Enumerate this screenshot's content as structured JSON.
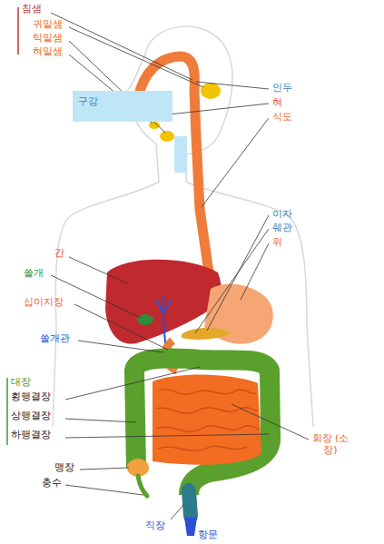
{
  "diagram": {
    "nodes": [
      {
        "text": [
          "구강"
        ]
      }
    ],
    "labels": [
      "침샘",
      "귀밑샘",
      "턱밑샘",
      "혀밑샘",
      "인두",
      "혀",
      "식도",
      "이자",
      "췌관",
      "위",
      "간",
      "쓸개",
      "십이지장",
      "쓸개관",
      "대장",
      "횡행결장",
      "상행결장",
      "하행결장",
      "맹장",
      "충수",
      "직장",
      "항문",
      "회장 (소장)"
    ]
  }
}
